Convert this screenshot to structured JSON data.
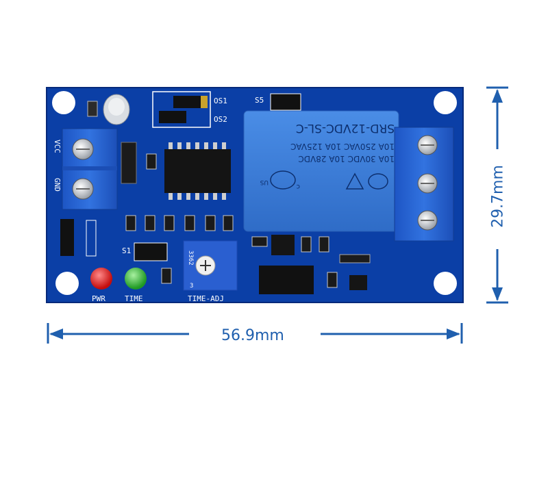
{
  "dimensions": {
    "width": "56.9mm",
    "height": "29.7mm"
  },
  "board_labels": {
    "os1": "OS1",
    "os2": "OS2",
    "s5": "S5",
    "s1": "S1",
    "vcc": "VCC",
    "gnd": "GND",
    "pwr": "PWR",
    "time": "TIME",
    "time_adj": "TIME-ADJ",
    "pot_code": "3362",
    "pot_pin": "3"
  },
  "relay": {
    "model": "SRD-12VDC-SL-C",
    "rating_1": "10A 250VAC 10A 125VAC",
    "rating_2": "10A 30VDC 10A 28VDC",
    "cert": "c",
    "cert_us": "US"
  },
  "colors": {
    "pcb": "#0b3fa6",
    "terminal": "#2a66d9",
    "relay": "#3b7ddb",
    "led_red": "#e11b1b",
    "led_green": "#2fb52f",
    "dimension": "#1f5fae"
  }
}
